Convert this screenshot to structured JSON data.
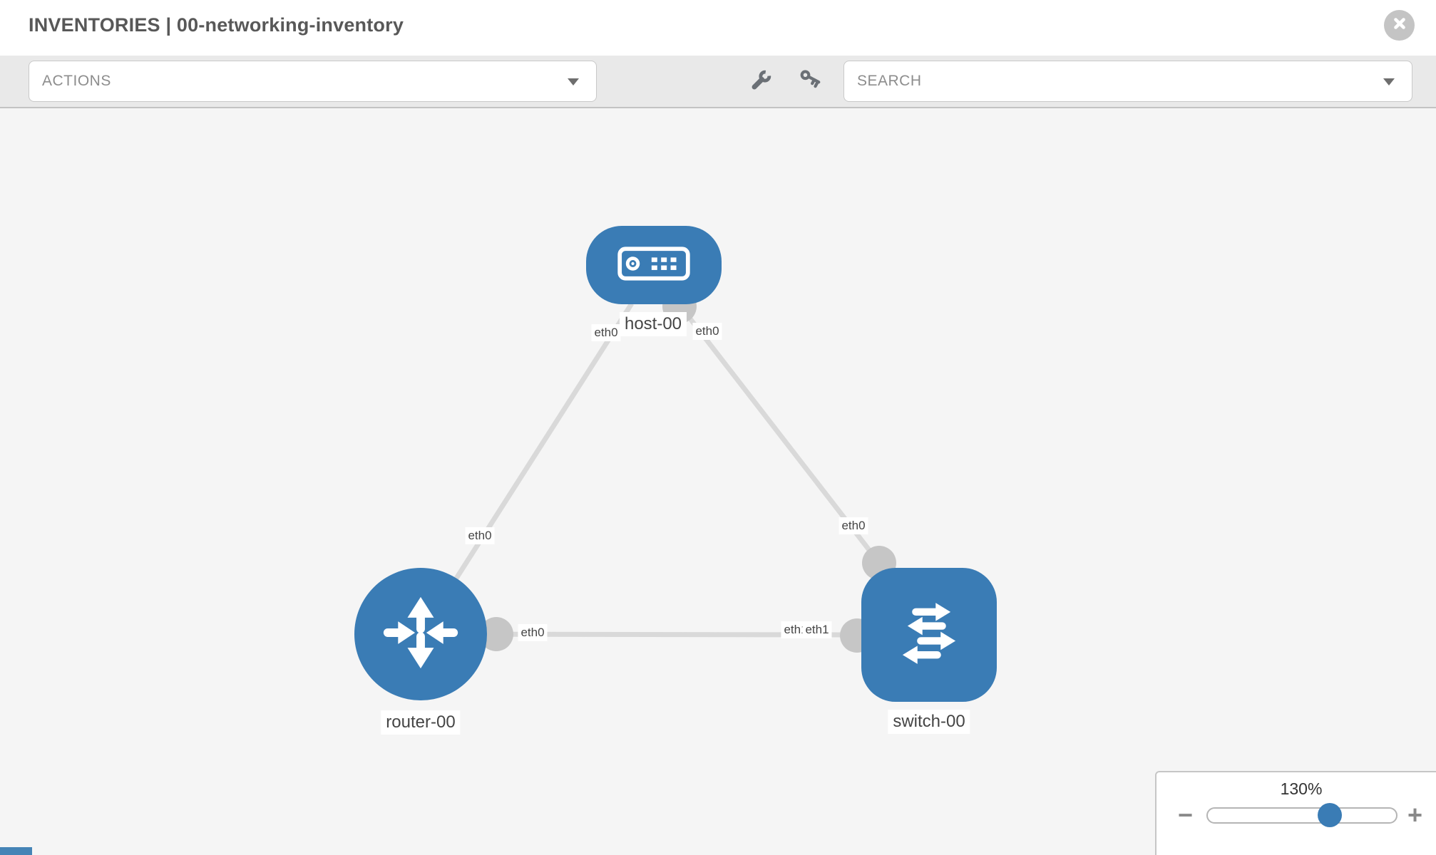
{
  "header": {
    "title": "INVENTORIES | 00-networking-inventory"
  },
  "toolbar": {
    "actions_label": "ACTIONS",
    "search_label": "SEARCH",
    "icons": [
      "wrench-icon",
      "key-icon",
      "caret-down-icon",
      "caret-down-icon"
    ]
  },
  "canvas": {
    "nodes": [
      {
        "id": "host-00",
        "type": "host",
        "label": "host-00"
      },
      {
        "id": "router-00",
        "type": "router",
        "label": "router-00"
      },
      {
        "id": "switch-00",
        "type": "switch",
        "label": "switch-00"
      }
    ],
    "links": [
      {
        "from": "host-00",
        "to": "router-00",
        "from_label": "eth0",
        "to_label": "eth0"
      },
      {
        "from": "host-00",
        "to": "switch-00",
        "from_label": "eth0",
        "to_label": "eth0"
      },
      {
        "from": "router-00",
        "to": "switch-00",
        "from_label": "eth0",
        "to_label": "eth1"
      }
    ],
    "interface_labels": [
      {
        "text": "eth0",
        "near": "host-left"
      },
      {
        "text": "eth0",
        "near": "host-right"
      },
      {
        "text": "eth0",
        "near": "router-link-upper"
      },
      {
        "text": "eth0",
        "near": "router-right"
      },
      {
        "text": "eth0",
        "near": "switch-top"
      },
      {
        "text": "eth1",
        "near": "switch-left-under"
      },
      {
        "text": "eth1",
        "near": "switch-left"
      }
    ]
  },
  "zoom_control": {
    "level": "130%",
    "minus_label": "−",
    "plus_label": "+"
  },
  "colors": {
    "node_blue": "#3a7cb5",
    "link_gray": "#d9d9d9",
    "connector_gray": "#c6c6c6",
    "toolbar_gray": "#e9e9e9",
    "canvas_gray": "#f5f5f5"
  }
}
